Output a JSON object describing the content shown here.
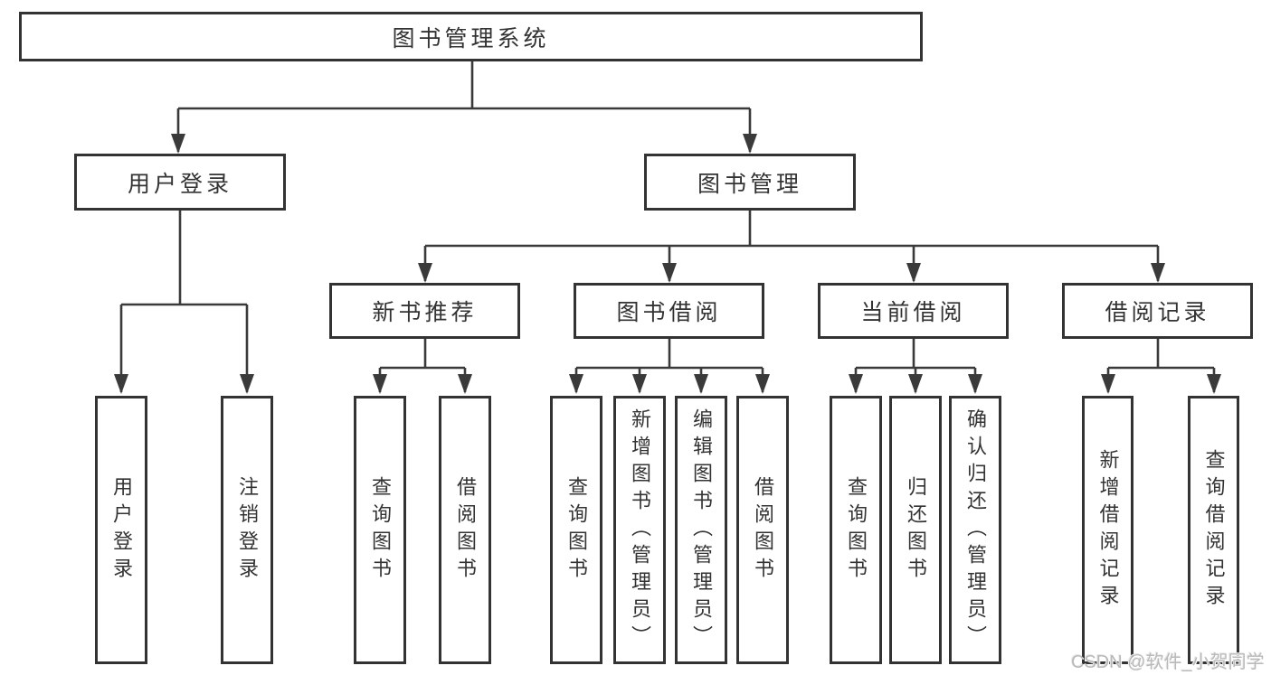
{
  "tree": {
    "label": "图书管理系统",
    "children": [
      {
        "label": "用户登录",
        "children": [
          {
            "label": "用户登录"
          },
          {
            "label": "注销登录"
          }
        ]
      },
      {
        "label": "图书管理",
        "children": [
          {
            "label": "新书推荐",
            "children": [
              {
                "label": "查询图书"
              },
              {
                "label": "借阅图书"
              }
            ]
          },
          {
            "label": "图书借阅",
            "children": [
              {
                "label": "查询图书"
              },
              {
                "label": "新增图书（管理员）"
              },
              {
                "label": "编辑图书（管理员）"
              },
              {
                "label": "借阅图书"
              }
            ]
          },
          {
            "label": "当前借阅",
            "children": [
              {
                "label": "查询图书"
              },
              {
                "label": "归还图书"
              },
              {
                "label": "确认归还（管理员）"
              }
            ]
          },
          {
            "label": "借阅记录",
            "children": [
              {
                "label": "新增借阅记录"
              },
              {
                "label": "查询借阅记录"
              }
            ]
          }
        ]
      }
    ]
  },
  "watermark": {
    "text": "CSDN @软件_小贺同学"
  },
  "colors": {
    "background": "#ffffff",
    "line": "#3a3a3a",
    "box_border": "#333333",
    "text": "#333333",
    "watermark": "#b9b9b9"
  }
}
